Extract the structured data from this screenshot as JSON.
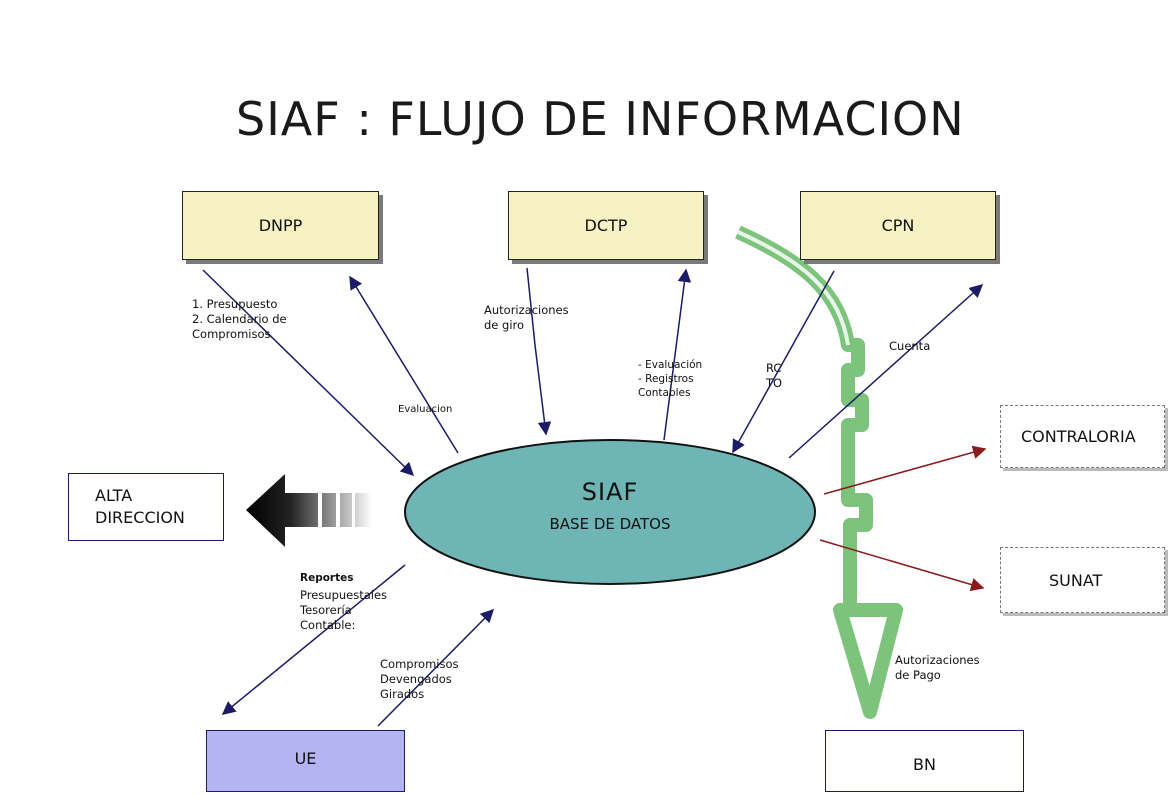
{
  "title": "SIAF : FLUJO DE INFORMACION",
  "nodes": {
    "dnpp": "DNPP",
    "dctp": "DCTP",
    "cpn": "CPN",
    "contraloria": "CONTRALORIA",
    "sunat": "SUNAT",
    "alta_direccion": "ALTA\nDIRECCION",
    "ue": "UE",
    "bn": "BN",
    "siaf_title": "SIAF",
    "siaf_subtitle": "BASE DE DATOS"
  },
  "labels": {
    "presupuesto": "1. Presupuesto\n2. Calendario de\n    Compromisos",
    "evaluacion": "Evaluacion",
    "autorizaciones_giro": "Autorizaciones\nde giro",
    "evaluacion_registros": "- Evaluación\n- Registros\n  Contables",
    "rc_to": "RC\nTO",
    "cuenta": "Cuenta",
    "reportes_title": "Reportes",
    "reportes_body": "Presupuestales\nTesorería\nContable:",
    "compromisos": "Compromisos\nDevengados\nGirados",
    "autorizaciones_pago": "Autorizaciones\nde Pago"
  },
  "colors": {
    "yellow_box": "#f7f2c3",
    "ue_box": "#b4b4f2",
    "ellipse": "#6fb5b5",
    "green_arrow": "#7cc47c",
    "blue_arrow": "#1b1b66",
    "red_arrow": "#8b1a1a"
  }
}
